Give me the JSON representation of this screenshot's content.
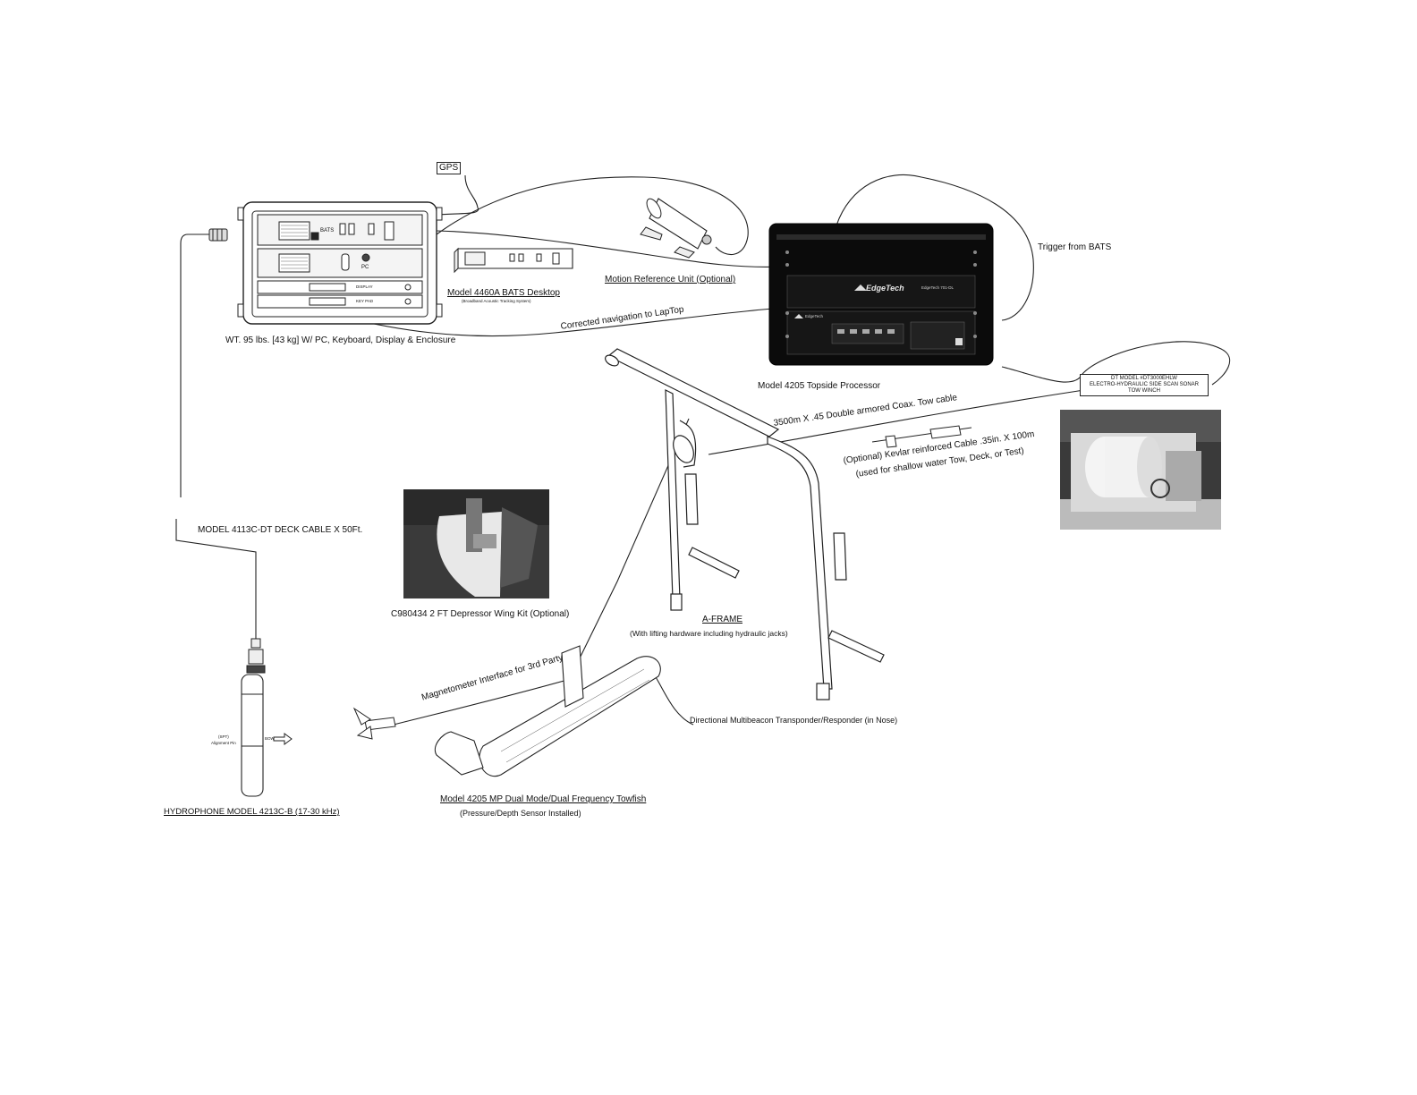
{
  "labels": {
    "gps": "GPS",
    "trigger": "Trigger from BATS",
    "wt": "WT. 95 lbs. [43 kg] W/ PC, Keyboard, Display & Enclosure",
    "bats_desktop": "Model 4460A BATS Desktop",
    "bats_desktop_sub": "(Broadband Acoustic Tracking System)",
    "mru": "Motion Reference Unit (Optional)",
    "corrected_nav": "Corrected navigation to LapTop",
    "topside": "Model 4205 Topside Processor",
    "winch_line1": "DT MODEL #DT3000EHLW",
    "winch_line2": "ELECTRO-HYDRAULIC SIDE SCAN SONAR",
    "winch_line3": "TOW WINCH",
    "coax": "3500m X .45 Double armored Coax. Tow cable",
    "kevlar_line1": "(Optional) Kevlar reinforced Cable .35in. X 100m",
    "kevlar_line2": "(used for shallow water Tow, Deck, or Test)",
    "deck_cable": "MODEL 4113C-DT DECK CABLE X 50Ft.",
    "depressor": "C980434 2 FT Depressor Wing Kit (Optional)",
    "aframe": "A-FRAME",
    "aframe_sub": "(With lifting hardware including hydraulic jacks)",
    "magnetometer": "Magnetometer Interface for 3rd Party",
    "transponder": "Directional Multibeacon Transponder/Responder (in Nose)",
    "towfish": "Model 4205 MP Dual Mode/Dual Frequency Towfish",
    "towfish_sub": "(Pressure/Depth Sensor Installed)",
    "hydrophone": "HYDROPHONE MODEL 4213C-B (17-30 kHz)"
  },
  "rack": {
    "display": "DISPLAY",
    "keypad": "KEY PAD",
    "pc": "PC",
    "bats": "BATS"
  },
  "processor": {
    "brand": "EdgeTech",
    "model_small": "EdgeTech 701-DL",
    "brand_small": "EdgeTech"
  },
  "hydrophone_marks": {
    "left_line1": "(SPT)",
    "left_line2": "Alignment Pin",
    "right": "BOW"
  },
  "colors": {
    "line": "#222222",
    "processor_case": "#0b0b0b",
    "photo_bg": "#3a3a3a"
  }
}
